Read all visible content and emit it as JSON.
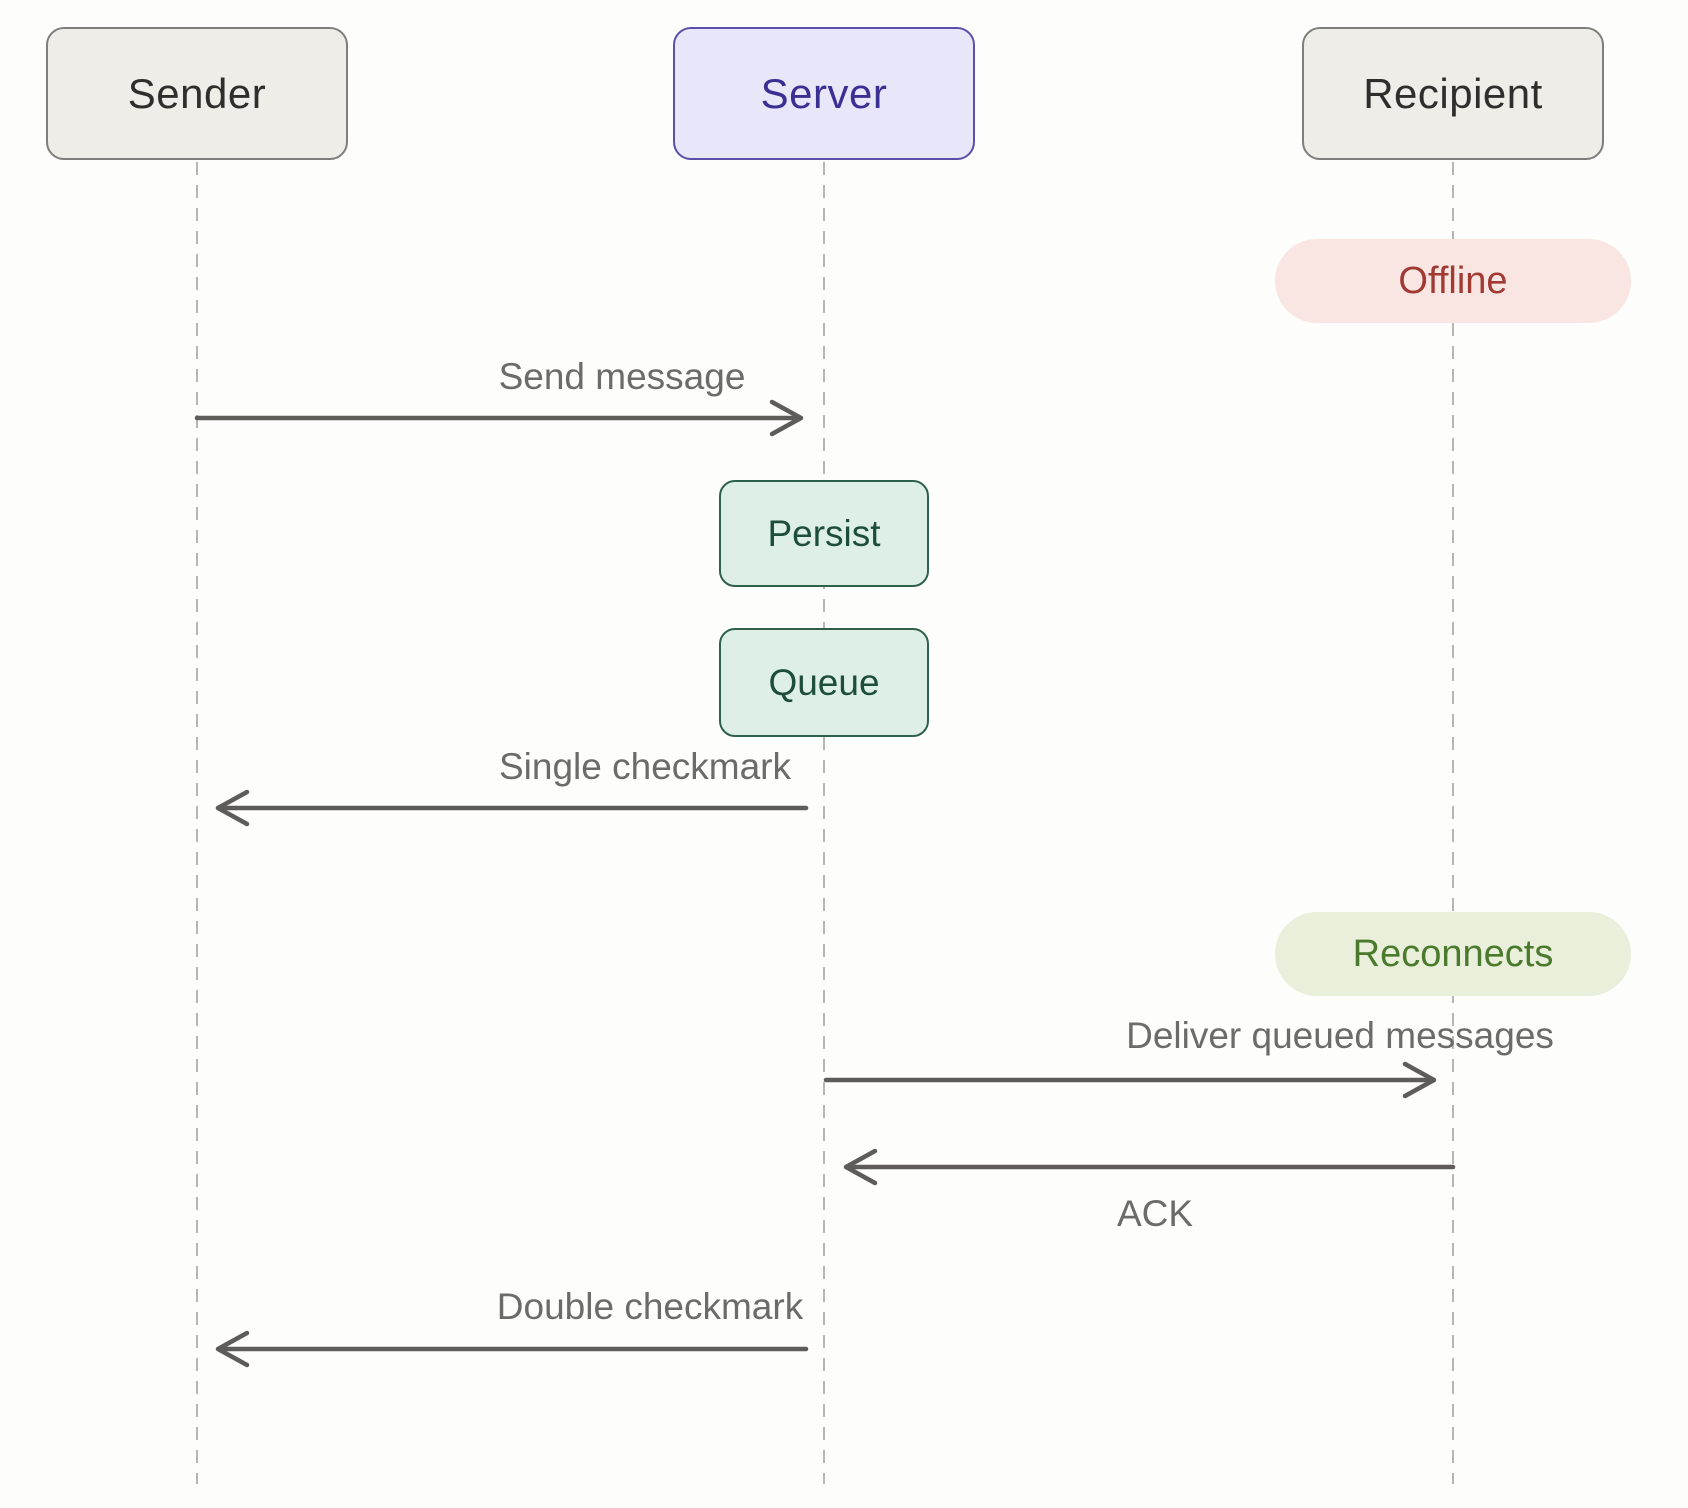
{
  "diagram": {
    "type": "sequence-diagram",
    "actors": [
      {
        "id": "sender",
        "label": "Sender"
      },
      {
        "id": "server",
        "label": "Server"
      },
      {
        "id": "recipient",
        "label": "Recipient"
      }
    ],
    "status_badges": [
      {
        "id": "offline",
        "label": "Offline",
        "on_lifeline": "Recipient",
        "color": "#a03a33",
        "background": "#f9e6e3"
      },
      {
        "id": "reconnects",
        "label": "Reconnects",
        "on_lifeline": "Recipient",
        "color": "#4a7a2c",
        "background": "#e9efda"
      }
    ],
    "server_actions": [
      {
        "id": "persist",
        "label": "Persist"
      },
      {
        "id": "queue",
        "label": "Queue"
      }
    ],
    "messages": [
      {
        "label": "Send message",
        "from": "Sender",
        "to": "Server",
        "direction": "right"
      },
      {
        "label": "Single checkmark",
        "from": "Server",
        "to": "Sender",
        "direction": "left"
      },
      {
        "label": "Deliver queued messages",
        "from": "Server",
        "to": "Recipient",
        "direction": "right"
      },
      {
        "label": "ACK",
        "from": "Recipient",
        "to": "Server",
        "direction": "left"
      },
      {
        "label": "Double checkmark",
        "from": "Server",
        "to": "Sender",
        "direction": "left"
      }
    ],
    "colors": {
      "background": "#fdfdfc",
      "actor_neutral_bg": "#efede8",
      "actor_neutral_border": "#7e7e7c",
      "actor_server_bg": "#e8e7f9",
      "actor_server_border": "#5b4fa8",
      "actor_server_text": "#3a2f92",
      "action_bg": "#def0e5",
      "action_border": "#2f6049",
      "action_text": "#1d4e3a",
      "arrow": "#5e5c58",
      "lifeline": "#b6b6b4",
      "message_text": "#6b6b6b"
    }
  }
}
